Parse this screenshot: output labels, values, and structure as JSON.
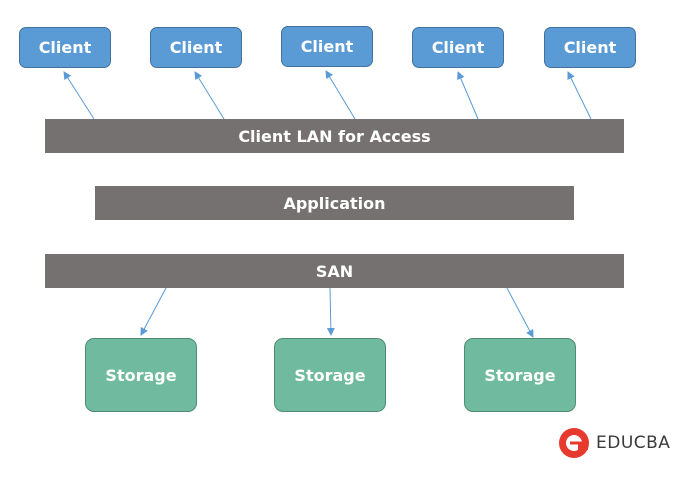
{
  "clients": [
    {
      "label": "Client"
    },
    {
      "label": "Client"
    },
    {
      "label": "Client"
    },
    {
      "label": "Client"
    },
    {
      "label": "Client"
    }
  ],
  "layers": {
    "lan": "Client LAN for Access",
    "application": "Application",
    "san": "SAN"
  },
  "storage": [
    {
      "label": "Storage"
    },
    {
      "label": "Storage"
    },
    {
      "label": "Storage"
    }
  ],
  "logo": {
    "text": "EDUCBA"
  },
  "colors": {
    "client_fill": "#5b9bd5",
    "layer_fill": "#767171",
    "storage_fill": "#70bb9f",
    "arrow": "#5b9bd5",
    "logo_accent": "#e63a2e"
  }
}
